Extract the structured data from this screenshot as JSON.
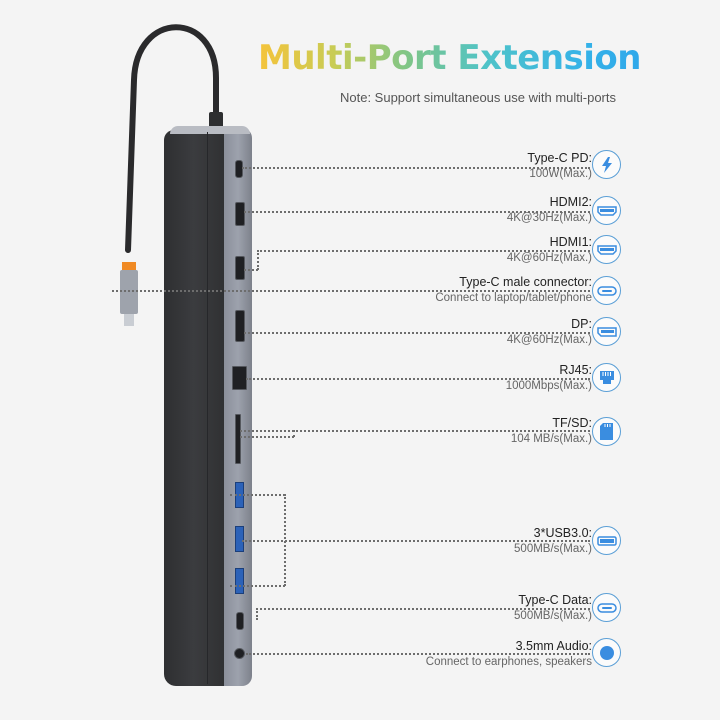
{
  "header": {
    "title": "Multi-Port Extension",
    "note": "Note: Support simultaneous use with multi-ports"
  },
  "colors": {
    "gradient_start": "#f5c33b",
    "gradient_end": "#30a8ea",
    "icon_blue": "#3a8de0",
    "icon_ring": "#5b9fd6",
    "background": "#f4f4f4"
  },
  "ports": [
    {
      "name": "Type-C PD:",
      "spec": "100W(Max.)",
      "icon": "lightning-icon"
    },
    {
      "name": "HDMI2:",
      "spec": "4K@30Hz(Max.)",
      "icon": "hdmi-icon"
    },
    {
      "name": "HDMI1:",
      "spec": "4K@60Hz(Max.)",
      "icon": "hdmi-icon"
    },
    {
      "name": "Type-C male connector:",
      "spec": "Connect to laptop/tablet/phone",
      "icon": "usb-c-icon"
    },
    {
      "name": "DP:",
      "spec": "4K@60Hz(Max.)",
      "icon": "displayport-icon"
    },
    {
      "name": "RJ45:",
      "spec": "1000Mbps(Max.)",
      "icon": "ethernet-icon"
    },
    {
      "name": "TF/SD:",
      "spec": "104 MB/s(Max.)",
      "icon": "sd-card-icon"
    },
    {
      "name": "3*USB3.0:",
      "spec": "500MB/s(Max.)",
      "icon": "usb-a-icon"
    },
    {
      "name": "Type-C Data:",
      "spec": "500MB/s(Max.)",
      "icon": "usb-c-icon"
    },
    {
      "name": "3.5mm Audio:",
      "spec": "Connect to earphones, speakers",
      "icon": "audio-jack-icon"
    }
  ]
}
